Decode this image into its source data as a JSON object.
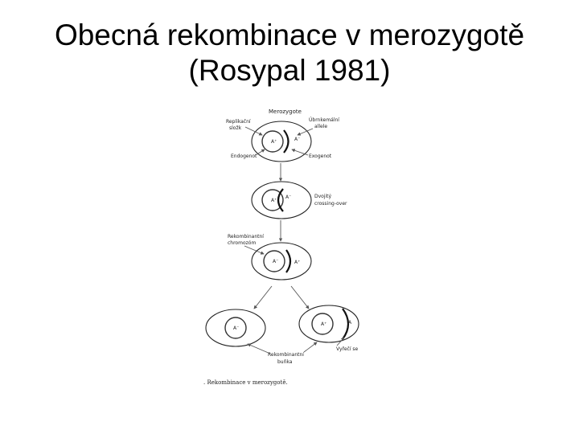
{
  "slide": {
    "title_line1": "Obecná rekombinace v merozygotě",
    "title_line2": "(Rosypal 1981)"
  },
  "diagram": {
    "labels": {
      "merozygote": "Merozygote",
      "replication_site": "Replikační",
      "replication_site_2": "složk",
      "incomplete_genome_1": "Úbrnkemální",
      "incomplete_genome_2": "allele",
      "endogenote": "Endogenot",
      "exogenote": "Exogenot",
      "double_crossover_1": "Dvojitý",
      "double_crossover_2": "crossing-over",
      "recombinant_chromosome_1": "Rekombinantní",
      "recombinant_chromosome_2": "chromozóm",
      "loss": "Vyřečí se",
      "recombinant_cell_1": "Rekombinantní",
      "recombinant_cell_2": "buňka",
      "allele_a_plus": "A⁺",
      "allele_a_minus": "A⁻",
      "allele_a": "A",
      "caption": ". Rekombinace v merozygotě."
    }
  }
}
